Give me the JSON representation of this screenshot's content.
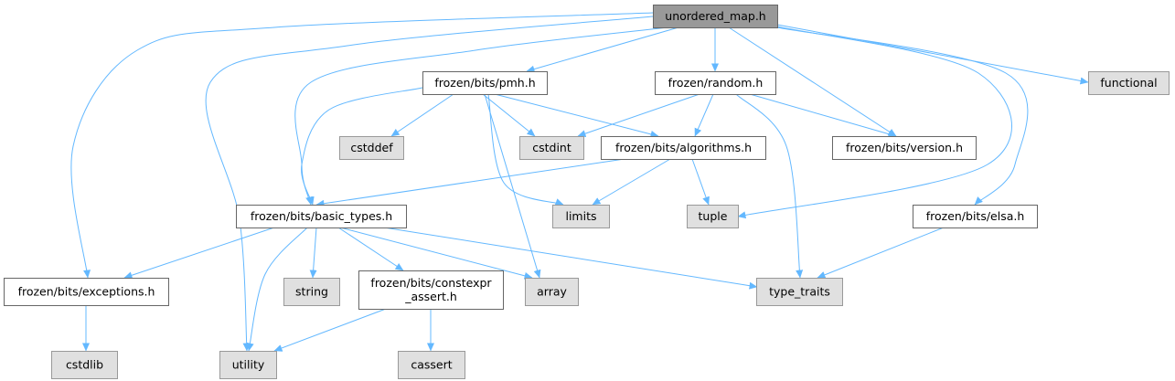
{
  "title": "unordered_map.h",
  "colors": {
    "root_fill": "#999999",
    "root_stroke": "#666666",
    "local_fill": "#ffffff",
    "local_stroke": "#666666",
    "system_fill": "#e0e0e0",
    "system_stroke": "#999999",
    "edge": "#63b8ff"
  },
  "nodes": {
    "unordered_map": {
      "lines": [
        "unordered_map.h"
      ],
      "kind": "root"
    },
    "pmh": {
      "lines": [
        "frozen/bits/pmh.h"
      ],
      "kind": "local"
    },
    "random": {
      "lines": [
        "frozen/random.h"
      ],
      "kind": "local"
    },
    "functional": {
      "lines": [
        "functional"
      ],
      "kind": "system"
    },
    "cstddef": {
      "lines": [
        "cstddef"
      ],
      "kind": "system"
    },
    "cstdint": {
      "lines": [
        "cstdint"
      ],
      "kind": "system"
    },
    "algorithms": {
      "lines": [
        "frozen/bits/algorithms.h"
      ],
      "kind": "local"
    },
    "version": {
      "lines": [
        "frozen/bits/version.h"
      ],
      "kind": "local"
    },
    "basic_types": {
      "lines": [
        "frozen/bits/basic_types.h"
      ],
      "kind": "local"
    },
    "limits": {
      "lines": [
        "limits"
      ],
      "kind": "system"
    },
    "tuple": {
      "lines": [
        "tuple"
      ],
      "kind": "system"
    },
    "elsa": {
      "lines": [
        "frozen/bits/elsa.h"
      ],
      "kind": "local"
    },
    "exceptions": {
      "lines": [
        "frozen/bits/exceptions.h"
      ],
      "kind": "local"
    },
    "string": {
      "lines": [
        "string"
      ],
      "kind": "system"
    },
    "constexpr_assert": {
      "lines": [
        "frozen/bits/constexpr",
        "_assert.h"
      ],
      "kind": "local"
    },
    "array": {
      "lines": [
        "array"
      ],
      "kind": "system"
    },
    "type_traits": {
      "lines": [
        "type_traits"
      ],
      "kind": "system"
    },
    "cstdlib": {
      "lines": [
        "cstdlib"
      ],
      "kind": "system"
    },
    "utility": {
      "lines": [
        "utility"
      ],
      "kind": "system"
    },
    "cassert": {
      "lines": [
        "cassert"
      ],
      "kind": "system"
    }
  },
  "edges": [
    [
      "unordered_map",
      "pmh"
    ],
    [
      "unordered_map",
      "random"
    ],
    [
      "unordered_map",
      "functional"
    ],
    [
      "unordered_map",
      "version"
    ],
    [
      "unordered_map",
      "tuple"
    ],
    [
      "unordered_map",
      "elsa"
    ],
    [
      "unordered_map",
      "basic_types"
    ],
    [
      "unordered_map",
      "exceptions"
    ],
    [
      "unordered_map",
      "utility"
    ],
    [
      "pmh",
      "cstddef"
    ],
    [
      "pmh",
      "cstdint"
    ],
    [
      "pmh",
      "algorithms"
    ],
    [
      "pmh",
      "limits"
    ],
    [
      "pmh",
      "array"
    ],
    [
      "pmh",
      "basic_types"
    ],
    [
      "random",
      "cstdint"
    ],
    [
      "random",
      "algorithms"
    ],
    [
      "random",
      "version"
    ],
    [
      "random",
      "type_traits"
    ],
    [
      "algorithms",
      "basic_types"
    ],
    [
      "algorithms",
      "limits"
    ],
    [
      "algorithms",
      "tuple"
    ],
    [
      "basic_types",
      "exceptions"
    ],
    [
      "basic_types",
      "utility"
    ],
    [
      "basic_types",
      "string"
    ],
    [
      "basic_types",
      "constexpr_assert"
    ],
    [
      "basic_types",
      "array"
    ],
    [
      "basic_types",
      "type_traits"
    ],
    [
      "elsa",
      "type_traits"
    ],
    [
      "exceptions",
      "cstdlib"
    ],
    [
      "constexpr_assert",
      "utility"
    ],
    [
      "constexpr_assert",
      "cassert"
    ]
  ]
}
